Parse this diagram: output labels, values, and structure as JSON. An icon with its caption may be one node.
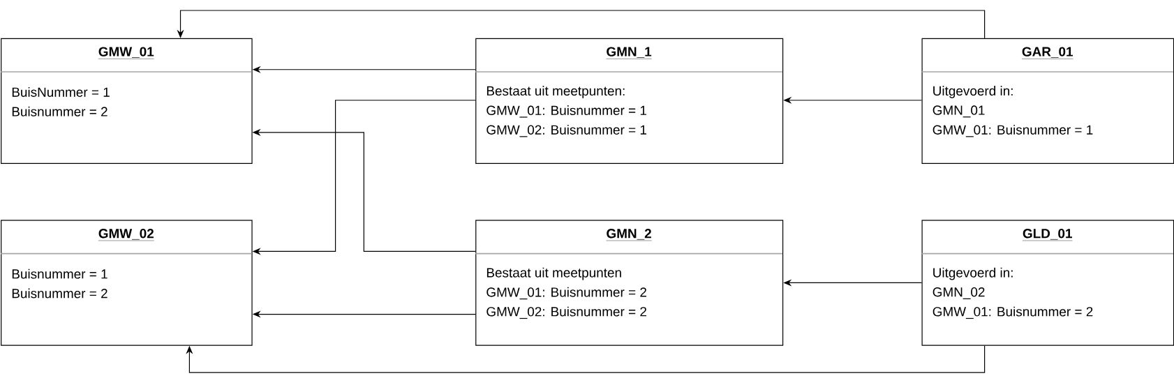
{
  "diagram": {
    "nodes": [
      {
        "text": [
          "GMW_01",
          "BuisNummer = 1",
          "Buisnummer = 2"
        ]
      },
      {
        "text": [
          "GMN_1",
          "Bestaat uit meetpunten:",
          "GMW_01: Buisnummer = 1",
          "GMW_02: Buisnummer = 1"
        ]
      },
      {
        "text": [
          "GAR_01",
          "Uitgevoerd in:",
          "GMN_01",
          "GMW_01: Buisnummer = 1"
        ]
      },
      {
        "text": [
          "GMW_02",
          "Buisnummer = 1",
          "Buisnummer = 2"
        ]
      },
      {
        "text": [
          "GMN_2",
          "Bestaat uit meetpunten",
          "GMW_01: Buisnummer = 2",
          "GMW_02: Buisnummer = 2"
        ]
      },
      {
        "text": [
          "GLD_01",
          "Uitgevoerd in:",
          "GMN_02",
          "GMW_01: Buisnummer = 2"
        ]
      }
    ],
    "edges": [
      {
        "from": 1,
        "to": 0,
        "arrow": "to"
      },
      {
        "from": 1,
        "to": 3,
        "arrow": "to"
      },
      {
        "from": 4,
        "to": 0,
        "arrow": "to"
      },
      {
        "from": 4,
        "to": 3,
        "arrow": "to"
      },
      {
        "from": 2,
        "to": 1,
        "arrow": "to"
      },
      {
        "from": 2,
        "to": 0,
        "arrow": "to"
      },
      {
        "from": 5,
        "to": 4,
        "arrow": "to"
      },
      {
        "from": 5,
        "to": 3,
        "arrow": "to"
      }
    ]
  }
}
